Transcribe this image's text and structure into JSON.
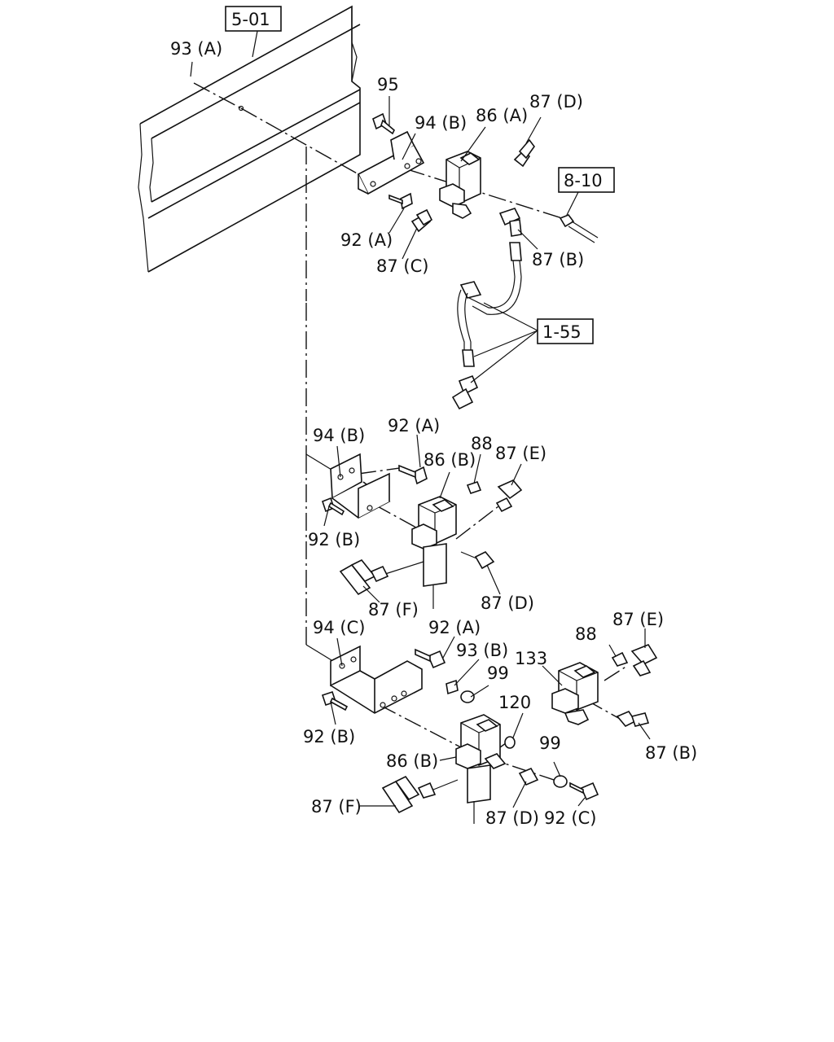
{
  "refs": {
    "r501": "5-01",
    "r810": "8-10",
    "r155": "1-55"
  },
  "labels": {
    "l93a": "93 (A)",
    "l95": "95",
    "l94b_top": "94 (B)",
    "l86a": "86 (A)",
    "l87d_top": "87 (D)",
    "l92a_top": "92 (A)",
    "l87c": "87 (C)",
    "l87b_top": "87 (B)",
    "l94b_mid": "94 (B)",
    "l92a_mid": "92 (A)",
    "l88_mid": "88",
    "l86b_mid": "86 (B)",
    "l87e_mid": "87 (E)",
    "l92b_mid": "92 (B)",
    "l87f_mid": "87 (F)",
    "l87d_mid": "87 (D)",
    "l94c": "94 (C)",
    "l92a_bot": "92 (A)",
    "l93b": "93 (B)",
    "l99_upper": "99",
    "l133": "133",
    "l88_bot": "88",
    "l87e_bot": "87 (E)",
    "l120": "120",
    "l92b_bot": "92 (B)",
    "l86b_bot": "86 (B)",
    "l99_lower": "99",
    "l87b_bot": "87 (B)",
    "l87f_bot": "87 (F)",
    "l87d_bot": "87 (D)",
    "l92c": "92 (C)"
  }
}
